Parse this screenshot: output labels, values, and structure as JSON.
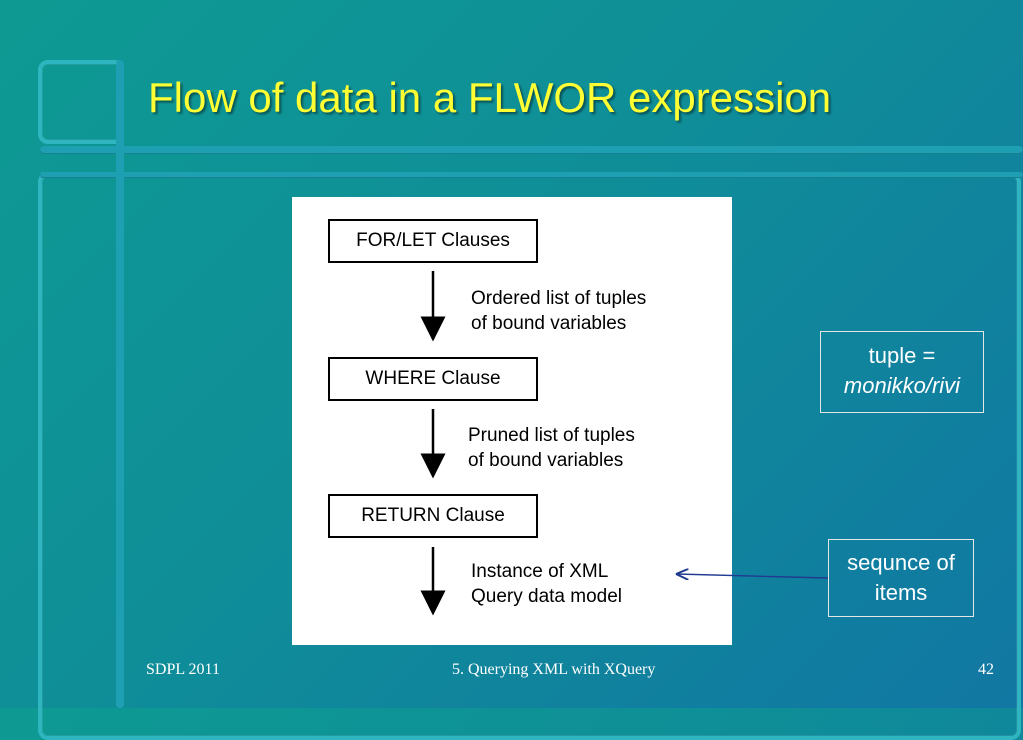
{
  "title": "Flow of data in a FLWOR expression",
  "diagram": {
    "for_let": "FOR/LET Clauses",
    "where": "WHERE Clause",
    "return": "RETURN Clause",
    "label1_line1": "Ordered list of tuples",
    "label1_line2": "of bound variables",
    "label2_line1": "Pruned list of tuples",
    "label2_line2": "of bound variables",
    "label3_line1": "Instance of XML",
    "label3_line2": "Query data model"
  },
  "notes": {
    "tuple_line1": "tuple =",
    "tuple_line2": "monikko/rivi",
    "sequence_line1": "sequnce of",
    "sequence_line2": "items"
  },
  "footer": {
    "left": "SDPL 2011",
    "center": "5. Querying XML with XQuery",
    "page": "42"
  },
  "colors": {
    "title": "#ffff33",
    "frame": "#2fb5bf",
    "connector": "#1f3a8f"
  }
}
